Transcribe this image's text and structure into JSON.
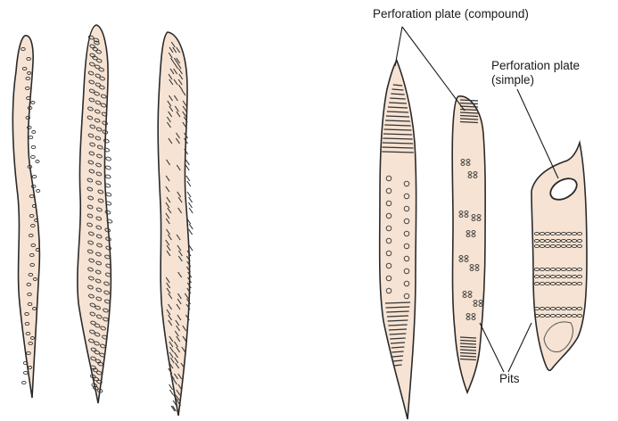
{
  "labels": {
    "perforation_compound": "Perforation plate (compound)",
    "perforation_simple_line1": "Perforation plate",
    "perforation_simple_line2": "(simple)",
    "pits": "Pits"
  },
  "colors": {
    "cell_fill": "#f6e3d3",
    "outline": "#2a2a2a",
    "pit_stroke": "#333333",
    "background": "#ffffff"
  },
  "cells": [
    {
      "name": "tracheid-1",
      "kind": "tracheid"
    },
    {
      "name": "tracheid-2",
      "kind": "tracheid"
    },
    {
      "name": "tracheid-3",
      "kind": "tracheid"
    },
    {
      "name": "vessel-element-1",
      "kind": "vessel-element"
    },
    {
      "name": "vessel-element-2",
      "kind": "vessel-element"
    },
    {
      "name": "vessel-element-3",
      "kind": "vessel-element"
    }
  ]
}
